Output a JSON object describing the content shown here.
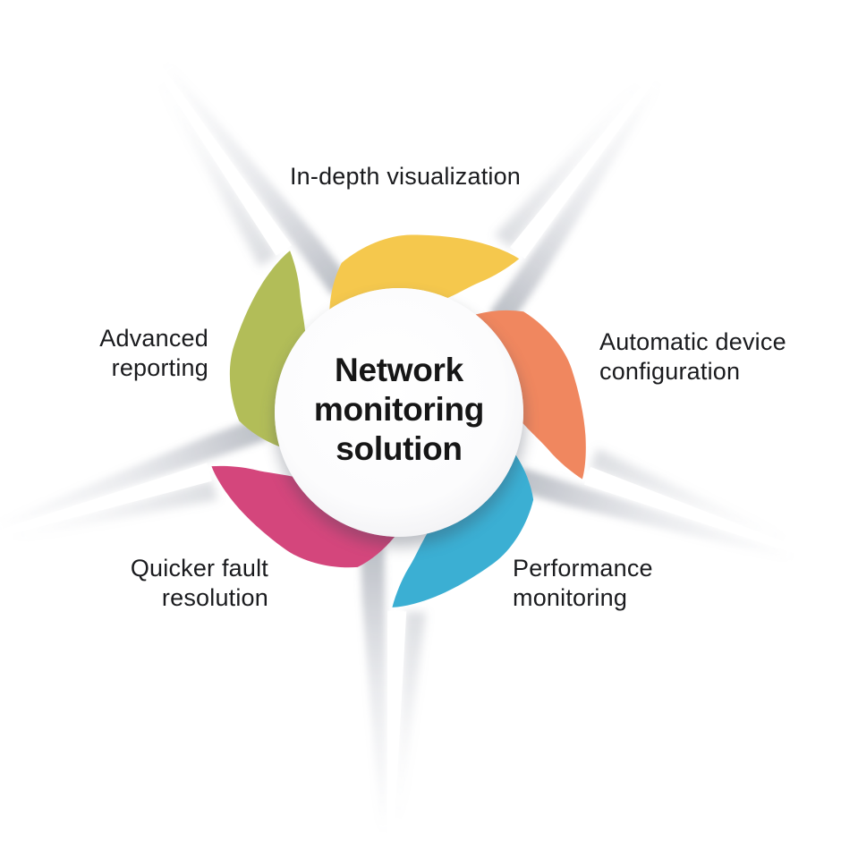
{
  "title": {
    "lines": [
      "Network",
      "monitoring",
      "solution"
    ]
  },
  "segments": [
    {
      "id": "in-depth-visualization",
      "label_lines": [
        "In-depth visualization"
      ],
      "color": "#F5C84D",
      "position": "top"
    },
    {
      "id": "automatic-device-configuration",
      "label_lines": [
        "Automatic device",
        "configuration"
      ],
      "color": "#F0875F",
      "position": "right"
    },
    {
      "id": "performance-monitoring",
      "label_lines": [
        "Performance",
        "monitoring"
      ],
      "color": "#3BAFD3",
      "position": "bottom-right"
    },
    {
      "id": "quicker-fault-resolution",
      "label_lines": [
        "Quicker fault",
        "resolution"
      ],
      "color": "#D4467C",
      "position": "bottom-left"
    },
    {
      "id": "advanced-reporting",
      "label_lines": [
        "Advanced",
        "reporting"
      ],
      "color": "#B2BD58",
      "position": "left"
    }
  ],
  "center_circle": {
    "fill": "#FFFFFF"
  },
  "background_color": "#FFFFFF",
  "text_color": "#1A1B1E"
}
